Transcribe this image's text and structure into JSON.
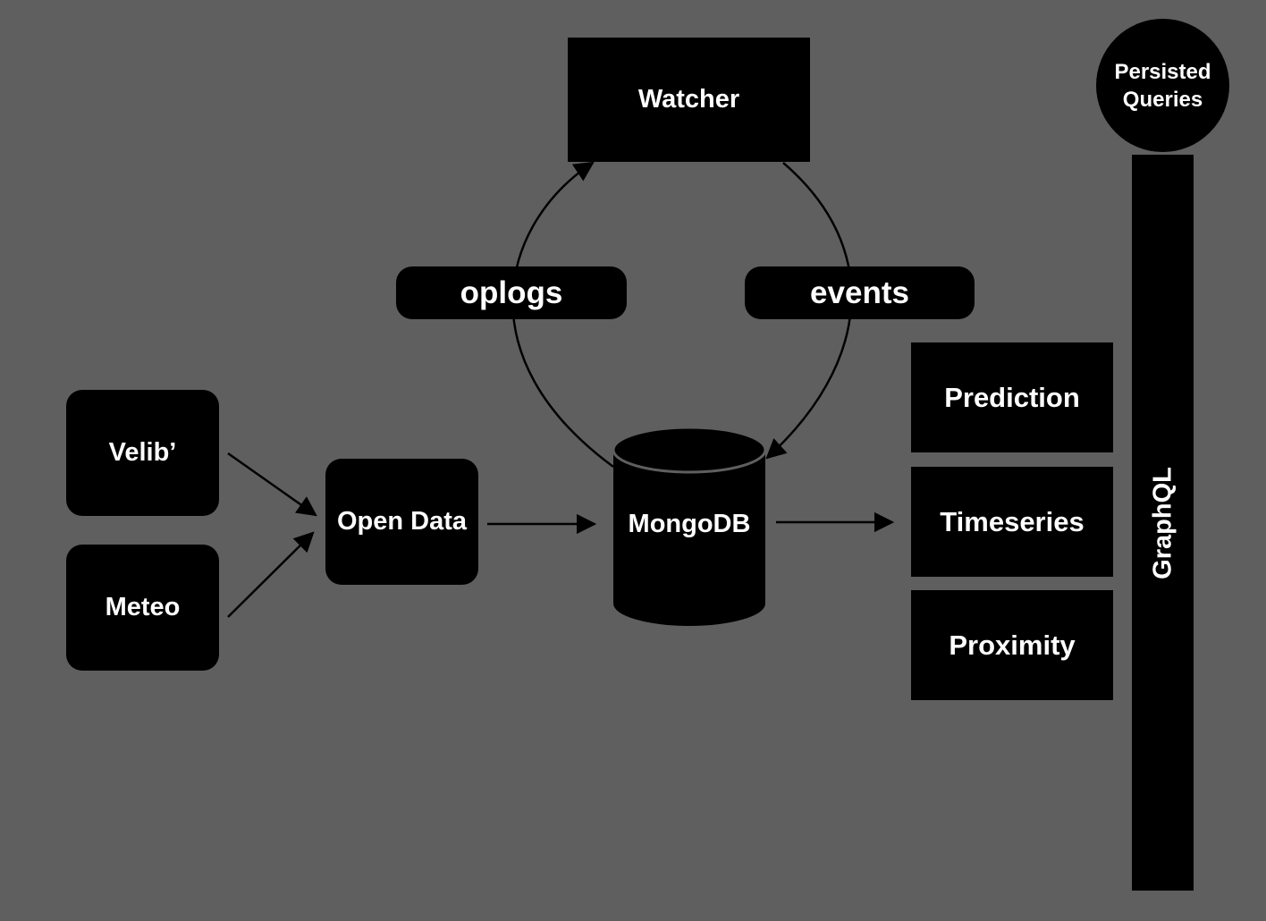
{
  "nodes": {
    "velib": "Velib’",
    "meteo": "Meteo",
    "open_data": "Open Data",
    "mongodb": "MongoDB",
    "watcher": "Watcher",
    "oplogs": "oplogs",
    "events": "events",
    "prediction": "Prediction",
    "timeseries": "Timeseries",
    "proximity": "Proximity",
    "graphql": "GraphQL",
    "persisted_queries": "Persisted Queries"
  },
  "colors": {
    "background": "#5f5f5f",
    "node_fill": "#000000",
    "text": "#ffffff",
    "edge": "#000000"
  }
}
